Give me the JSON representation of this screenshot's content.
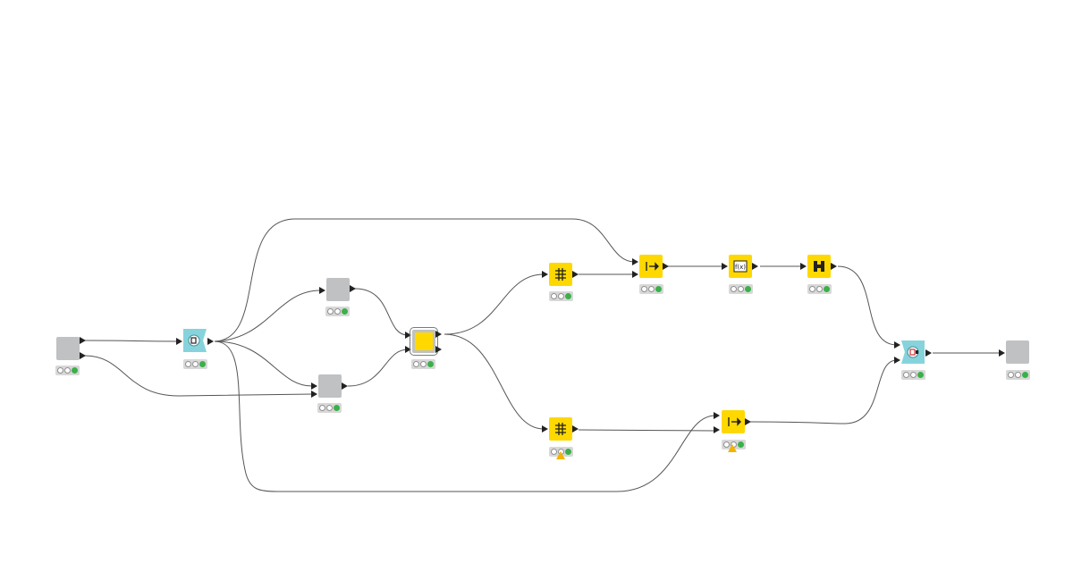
{
  "workflow": {
    "colors": {
      "gray_node": "#bfc1c3",
      "manipulator_node": "#ffd800",
      "flow_node": "#87d3dc",
      "connection": "#555555",
      "status_green": "#3bb04a",
      "warning": "#f2b400"
    },
    "nodes": [
      {
        "id": "n1",
        "kind": "gray-component",
        "icon": "none",
        "status": [
          "idle",
          "idle",
          "executed"
        ],
        "warning": false
      },
      {
        "id": "n2",
        "kind": "flow-start",
        "icon": "loop-start-icon",
        "status": [
          "idle",
          "idle",
          "executed"
        ],
        "warning": false
      },
      {
        "id": "n3",
        "kind": "gray-component",
        "icon": "none",
        "status": [
          "idle",
          "idle",
          "executed"
        ],
        "warning": false
      },
      {
        "id": "n4",
        "kind": "gray-component",
        "icon": "none",
        "status": [
          "idle",
          "idle",
          "executed"
        ],
        "warning": false
      },
      {
        "id": "n5",
        "kind": "metanode-selected",
        "icon": "none",
        "status": [
          "idle",
          "idle",
          "executed"
        ],
        "warning": false
      },
      {
        "id": "n6",
        "kind": "column-filter",
        "icon": "column-filter-icon",
        "status": [
          "idle",
          "idle",
          "executed"
        ],
        "warning": false
      },
      {
        "id": "n7",
        "kind": "column-appender",
        "icon": "column-appender-icon",
        "status": [
          "idle",
          "idle",
          "executed"
        ],
        "warning": false
      },
      {
        "id": "n8",
        "kind": "math-formula",
        "icon": "math-formula-icon",
        "status": [
          "idle",
          "idle",
          "executed"
        ],
        "warning": false
      },
      {
        "id": "n9",
        "kind": "joiner",
        "icon": "joiner-icon",
        "status": [
          "idle",
          "idle",
          "executed"
        ],
        "warning": false
      },
      {
        "id": "n10",
        "kind": "column-filter",
        "icon": "column-filter-icon",
        "status": [
          "idle",
          "idle",
          "executed"
        ],
        "warning": true
      },
      {
        "id": "n11",
        "kind": "column-appender",
        "icon": "column-appender-icon",
        "status": [
          "idle",
          "idle",
          "executed"
        ],
        "warning": true
      },
      {
        "id": "n12",
        "kind": "flow-end",
        "icon": "loop-end-icon",
        "status": [
          "idle",
          "idle",
          "executed"
        ],
        "warning": false
      },
      {
        "id": "n13",
        "kind": "gray-component",
        "icon": "none",
        "status": [
          "idle",
          "idle",
          "executed"
        ],
        "warning": false
      }
    ],
    "connections": [
      {
        "from": "n1",
        "from_port": 0,
        "to": "n2",
        "to_port": 0
      },
      {
        "from": "n1",
        "from_port": 1,
        "to": "n4",
        "to_port": 0
      },
      {
        "from": "n2",
        "from_port": 0,
        "to": "n7",
        "to_port": 1
      },
      {
        "from": "n2",
        "from_port": 0,
        "to": "n3",
        "to_port": 0
      },
      {
        "from": "n2",
        "from_port": 0,
        "to": "n4",
        "to_port": 0
      },
      {
        "from": "n2",
        "from_port": 0,
        "to": "n11",
        "to_port": 0
      },
      {
        "from": "n3",
        "from_port": 0,
        "to": "n5",
        "to_port": 0
      },
      {
        "from": "n4",
        "from_port": 0,
        "to": "n5",
        "to_port": 0
      },
      {
        "from": "n5",
        "from_port": 0,
        "to": "n6",
        "to_port": 0
      },
      {
        "from": "n5",
        "from_port": 0,
        "to": "n10",
        "to_port": 0
      },
      {
        "from": "n6",
        "from_port": 0,
        "to": "n7",
        "to_port": 0
      },
      {
        "from": "n7",
        "from_port": 0,
        "to": "n8",
        "to_port": 0
      },
      {
        "from": "n8",
        "from_port": 0,
        "to": "n9",
        "to_port": 0
      },
      {
        "from": "n9",
        "from_port": 0,
        "to": "n12",
        "to_port": 0
      },
      {
        "from": "n10",
        "from_port": 0,
        "to": "n11",
        "to_port": 0
      },
      {
        "from": "n11",
        "from_port": 0,
        "to": "n12",
        "to_port": 1
      },
      {
        "from": "n12",
        "from_port": 0,
        "to": "n13",
        "to_port": 0
      }
    ]
  }
}
